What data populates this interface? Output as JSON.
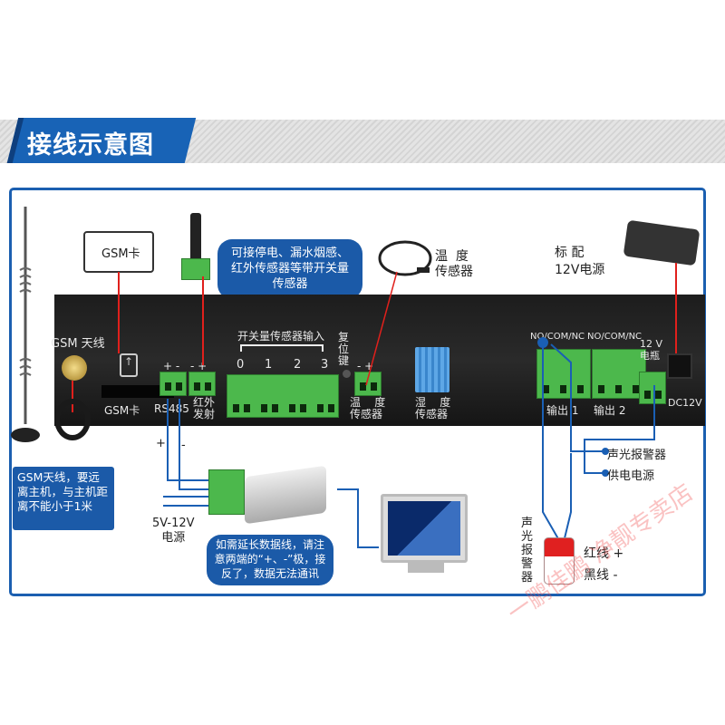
{
  "header": {
    "title": "接线示意图"
  },
  "gsm_card_box": {
    "label": "GSM卡"
  },
  "callout_top": {
    "text": "可接停电、漏水烟感、红外传感器等带开关量传感器"
  },
  "temp_sensor_probe": {
    "label": "温  度\n传感器"
  },
  "power_adapter": {
    "label_line1": "标    配",
    "label_line2": "12V电源"
  },
  "device": {
    "gsm_antenna_label": "GSM 天线",
    "gsm_slot_label": "GSM卡",
    "rs485_polarity": "+ -",
    "rs485_label": "RS485",
    "ir_polarity": "- +",
    "ir_label": "红外\n发射",
    "switch_input_label": "开关量传感器输入",
    "switch_channels": [
      "0",
      "1",
      "2",
      "3"
    ],
    "reset_label": "复\n位\n键",
    "temp_polarity": "- +",
    "temp_label": "温    度\n传感器",
    "humidity_label": "湿    度\n传感器",
    "relay1_pins": "NO/COM/NC",
    "relay2_pins": "NO/COM/NC",
    "output1": "输出 1",
    "output2": "输出 2",
    "battery_label": "12 V\n电瓶",
    "dc_label": "DC12V"
  },
  "rs485_wires": {
    "plus": "+",
    "minus": "-"
  },
  "gsm_note": {
    "text": "GSM天线，要远离主机，与主机距离不能小于1米"
  },
  "power_note": {
    "text": "5V-12V\n电源"
  },
  "callout_bottom": {
    "text": "如需延长数据线，请注意两端的“+、-”极，接反了，数据无法通讯"
  },
  "alarm_wire_label": "声光报警器",
  "power_wire_label": "供电电源",
  "alarm": {
    "label": "声\n光\n报\n警\n器",
    "red_wire": "红线 +",
    "black_wire": "黑线 -"
  },
  "watermark": "一鹏佳鹏 净靓专卖店",
  "colors": {
    "accent": "#1863b6",
    "terminal": "#4cb84c",
    "wire_red": "#e0201c"
  }
}
